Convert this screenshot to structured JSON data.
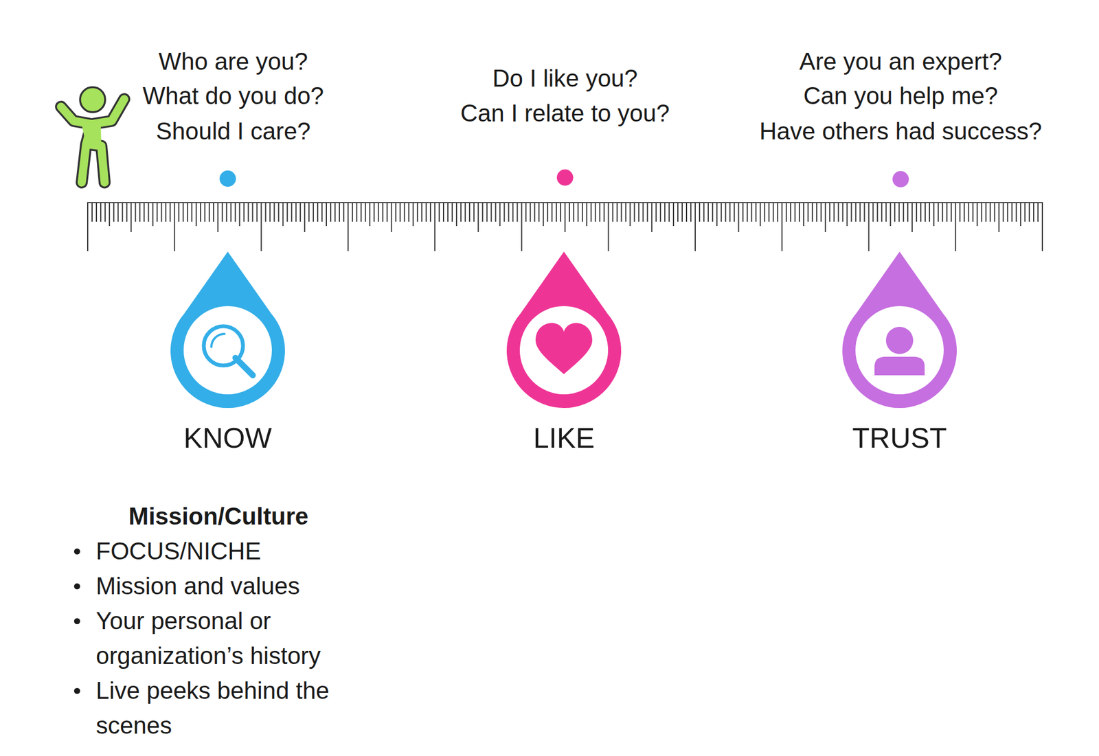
{
  "diagram": {
    "nodes": [
      {
        "text": [
          "KNOW"
        ]
      },
      {
        "text": [
          "LIKE"
        ]
      },
      {
        "text": [
          "TRUST"
        ]
      }
    ],
    "labels": [
      "Who are you?",
      "What do you do?",
      "Should I care?",
      "Do I like you?",
      "Can I relate to you?",
      "Are you an expert?",
      "Can you help me?",
      "Have others had success?",
      "Mission/Culture",
      "FOCUS/NICHE",
      "Mission and values",
      "Your personal or organization’s history",
      "Live peeks behind the scenes"
    ]
  }
}
